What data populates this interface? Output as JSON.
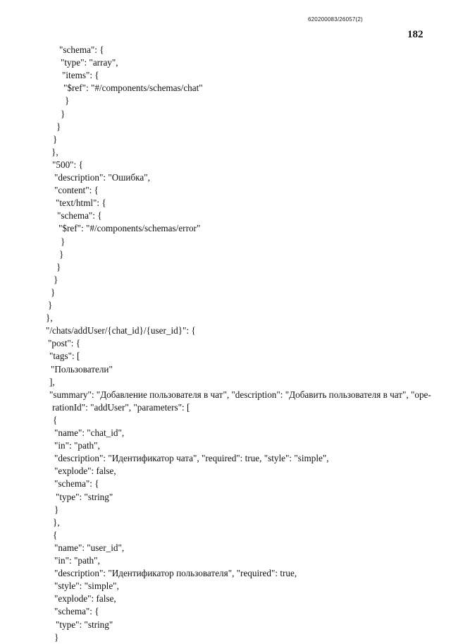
{
  "header": {
    "doc_id": "620200083/26057(2)",
    "page_number": "182"
  },
  "code_lines": [
    "\"schema\": {",
    "\"type\": \"array\",",
    "\"items\": {",
    "\"$ref\": \"#/components/schemas/chat\"",
    "}",
    "}",
    "}",
    "}",
    "},",
    "\"500\": {",
    "\"description\": \"Ошибка\",",
    "\"content\": {",
    "\"text/html\": {",
    "\"schema\": {",
    "\"$ref\": \"#/components/schemas/error\"",
    "}",
    "}",
    "}",
    "}",
    "}",
    "}",
    "},",
    "\"/chats/addUser/{chat_id}/{user_id}\": {",
    "\"post\": {",
    "\"tags\": [",
    "\"Пользователи\"",
    "],",
    "\"summary\": \"Добавление пользователя в чат\", \"description\": \"Добавить пользователя в чат\", \"ope-",
    "rationId\": \"addUser\", \"parameters\": [",
    "{",
    "\"name\": \"chat_id\",",
    "\"in\": \"path\",",
    "\"description\": \"Идентификатор чата\", \"required\": true, \"style\": \"simple\",",
    "\"explode\": false,",
    "\"schema\": {",
    "\"type\": \"string\"",
    "}",
    "},",
    "{",
    "\"name\": \"user_id\",",
    "\"in\": \"path\",",
    "\"description\": \"Идентификатор пользователя\", \"required\": true,",
    "\"style\": \"simple\",",
    "\"explode\": false,",
    "\"schema\": {",
    "\"type\": \"string\"",
    "}"
  ]
}
